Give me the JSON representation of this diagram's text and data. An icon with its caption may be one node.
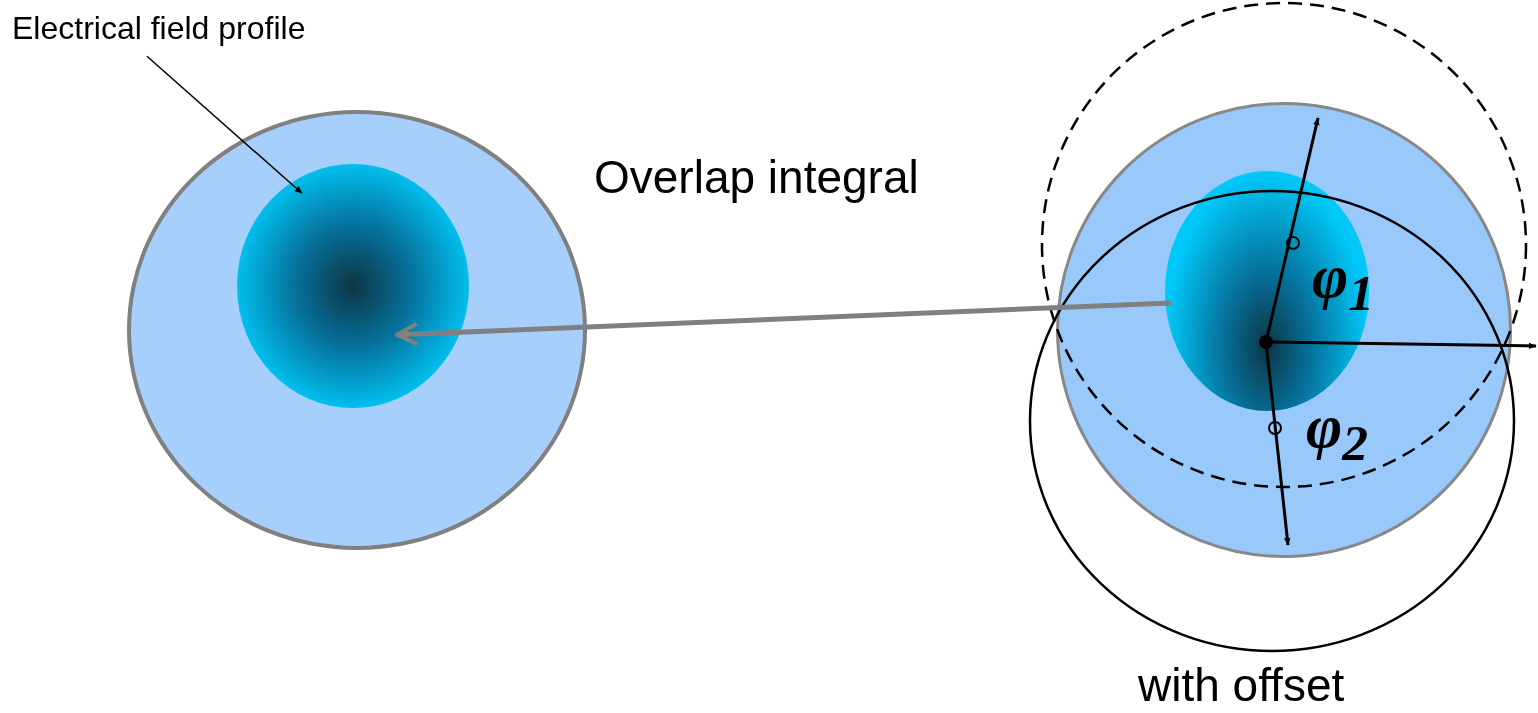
{
  "diagram": {
    "nodes": [
      {
        "text": [
          "Electrical field profile"
        ]
      },
      {
        "text": [],
        "shape": "circle"
      },
      {
        "text": [],
        "shape": "circle",
        "in": 1
      },
      {
        "text": [],
        "shape": "circle"
      },
      {
        "text": [],
        "shape": "circle",
        "in": 3
      }
    ],
    "edges": [
      {
        "from": 0,
        "to": 2,
        "arrow": "to"
      },
      {
        "from": 4,
        "to": 2,
        "arrow": "to",
        "label": "Overlap integral",
        "style": "thick",
        "color": "#808080"
      }
    ],
    "labels": [
      "φ$_{1}$",
      "φ$_{2}$",
      "with offset"
    ]
  }
}
